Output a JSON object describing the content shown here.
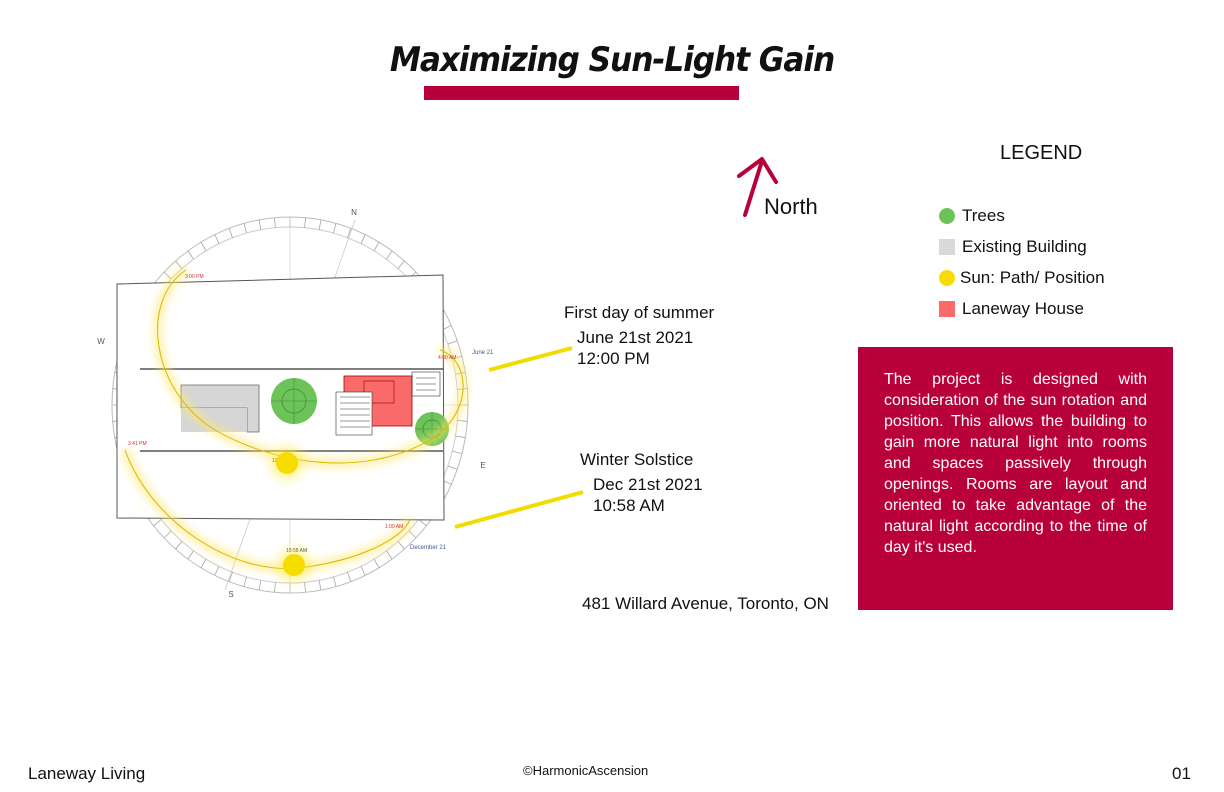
{
  "page": {
    "title": "Maximizing Sun-Light Gain",
    "accent_color": "#b8003a"
  },
  "compass": {
    "north_label": "North",
    "dial_letters": {
      "n": "N",
      "s": "S",
      "e": "E",
      "w": "W"
    }
  },
  "sun_paths": {
    "summer_tag": "June 21",
    "winter_tag": "December 21",
    "summer_time_labels": [
      "3:00 PM",
      "4:00 AM"
    ],
    "winter_time_labels": [
      "3:41 PM",
      "1:00 AM",
      "10:58 AM",
      "12"
    ]
  },
  "annotations": {
    "summer": {
      "heading": "First day of summer",
      "date": "June 21st 2021",
      "time": "12:00 PM"
    },
    "winter": {
      "heading": "Winter Solstice",
      "date": "Dec 21st 2021",
      "time": "10:58 AM"
    },
    "address": "481 Willard Avenue, Toronto, ON"
  },
  "legend": {
    "title": "LEGEND",
    "items": [
      {
        "label": "Trees",
        "color": "#6cc35a",
        "shape": "circle"
      },
      {
        "label": "Existing Building",
        "color": "#d9d9d9",
        "shape": "square"
      },
      {
        "label": "Sun: Path/ Position",
        "color": "#f7dc00",
        "shape": "circle"
      },
      {
        "label": "Laneway House",
        "color": "#f96b6b",
        "shape": "square"
      }
    ]
  },
  "info_text": "The project is designed with consideration of the sun rotation and position. This allows the building to gain more natural light into rooms and spaces passively through openings. Rooms are layout and oriented to take advantage of the natural light according to the time of day it's used.",
  "footer": {
    "left": "Laneway Living",
    "center": "©HarmonicAscension",
    "right": "01"
  }
}
